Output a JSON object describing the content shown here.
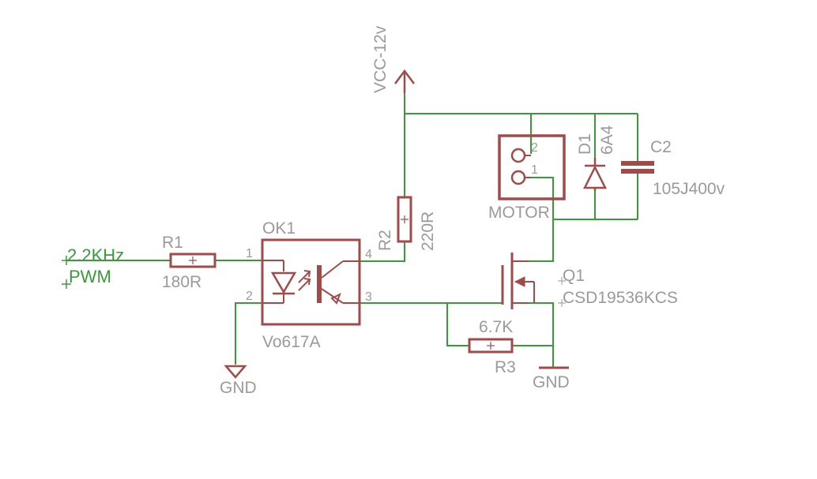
{
  "colors": {
    "wire": "#3a9a3a",
    "part": "#a14a4a",
    "label": "#9a9a9a",
    "net_label": "#3a9a3a",
    "background": "#ffffff"
  },
  "labels": {
    "vcc": "VCC-12v",
    "gnd_left": "GND",
    "gnd_right": "GND",
    "pwm_freq": "2.2KHz",
    "pwm": "PWM"
  },
  "components": {
    "r1": {
      "name": "R1",
      "value": "180R"
    },
    "r2": {
      "name": "R2",
      "value": "220R"
    },
    "r3": {
      "name": "R3",
      "value": "6.7K"
    },
    "ok1": {
      "name": "OK1",
      "value": "Vo617A",
      "pin1": "1",
      "pin2": "2",
      "pin3": "3",
      "pin4": "4"
    },
    "motor": {
      "name": "MOTOR",
      "pin1": "1",
      "pin2": "2"
    },
    "d1": {
      "name": "D1",
      "value": "6A4"
    },
    "c2": {
      "name": "C2",
      "value": "105J400v"
    },
    "q1": {
      "name": "Q1",
      "value": "CSD19536KCS"
    }
  }
}
